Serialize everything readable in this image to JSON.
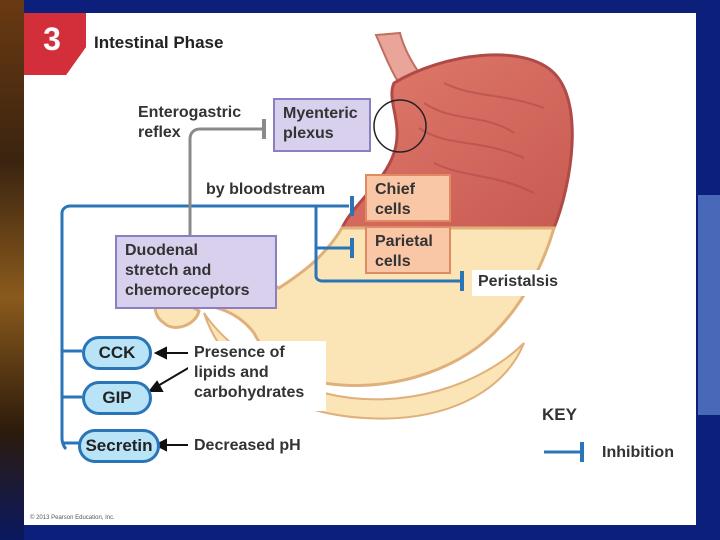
{
  "step_number": "3",
  "title": "Intestinal Phase",
  "labels": {
    "enterogastric_reflex": [
      "Enterogastric",
      "reflex"
    ],
    "myenteric_plexus": [
      "Myenteric",
      "plexus"
    ],
    "by_bloodstream": "by bloodstream",
    "chief_cells": [
      "Chief",
      "cells"
    ],
    "parietal_cells": [
      "Parietal",
      "cells"
    ],
    "peristalsis": "Peristalsis",
    "duodenal": [
      "Duodenal",
      "stretch and",
      "chemoreceptors"
    ],
    "cck": "CCK",
    "gip": "GIP",
    "secretin": "Secretin",
    "presence": [
      "Presence of",
      "lipids and",
      "carbohydrates"
    ],
    "decreased_ph": "Decreased pH"
  },
  "key": {
    "title": "KEY",
    "inhibition": "Inhibition"
  },
  "copyright": "© 2013 Pearson Education, Inc.",
  "colors": {
    "accent_red": "#d32f3a",
    "pathway_blue": "#2a74b8",
    "purple_box": "#d8d0ec",
    "salmon_box": "#f9c6a6",
    "background_blue": "#0c1f7a"
  }
}
